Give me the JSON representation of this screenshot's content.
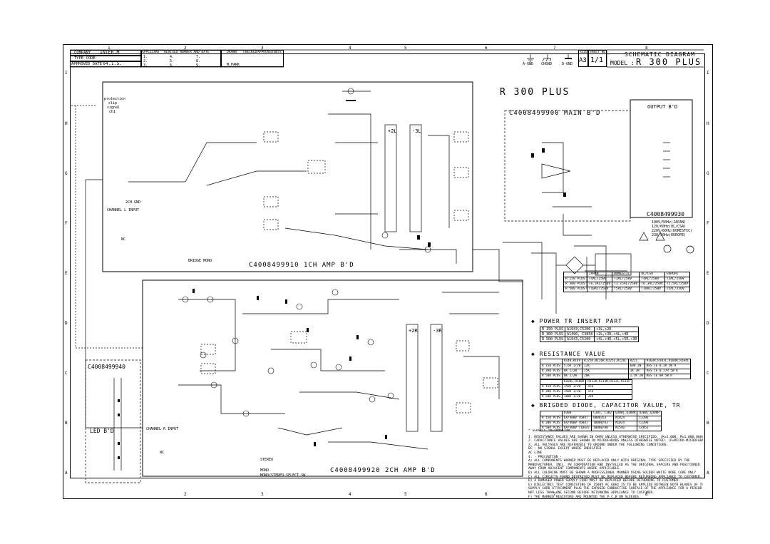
{
  "grid_cols": [
    "1",
    "2",
    "3",
    "4",
    "5",
    "6",
    "7",
    "8"
  ],
  "grid_cols_bottom": [
    "2",
    "3",
    "4",
    "5",
    "6",
    "7",
    "8"
  ],
  "grid_rows": [
    "I",
    "H",
    "G",
    "F",
    "E",
    "D",
    "C",
    "B",
    "A"
  ],
  "title_block": {
    "company_label": "COMPANY",
    "company": "INTER.M",
    "type_code_label": "TYPE CODE",
    "approved_date_label": "APPROVED DATE",
    "approved_date": "04.1.5.",
    "applicant_label": "APPLICANT",
    "revised_label": "REVISED NUMBER AND DATE",
    "rev_nums": [
      "1.",
      "2.",
      "3.",
      "4.",
      "5.",
      "6.",
      "7.",
      "8.",
      "9."
    ],
    "drawn_label": "DRAWN",
    "checked_label": "CHECKED",
    "approved_label": "APPROVED",
    "note_label": "NOTE",
    "drawn_by": "M.PARK",
    "ground_labels": [
      "A-GND",
      "CHGND",
      "D-GND"
    ],
    "size_label": "SIZE",
    "size": "A3",
    "sheet_label": "SHEET NO.",
    "sheet": "1/1",
    "doc_title": "SCHEMATIC DIAGRAM",
    "model_label": "MODEL :",
    "model": "R 300 PLUS"
  },
  "schematic": {
    "main_title": "R 300 PLUS",
    "main_bd": "C4008499900  MAIN B'D",
    "output_bd": "OUTPUT B'D",
    "output_code": "C4008499930",
    "amp1": "C4008499910  1CH AMP B'D",
    "amp2": "C4008499920  2CH AMP B'D",
    "led_code": "C4008499940",
    "led_bd": "LED B'D",
    "rail_labels": [
      "+2L",
      "-3L",
      "+2R",
      "-3R"
    ],
    "ch1_input": "CHANNEL L INPUT",
    "ch2_input": "CHANNEL R INPUT",
    "gnd_2ch": "2CH GND",
    "bridge_mono": "BRIDGE MONO",
    "stereo": "STEREO",
    "mono": "MONO",
    "mono_stereo": "MONO/STEREO SELECT SW",
    "nc": "NC",
    "mains": [
      "100V/50Hz(JAPAN)",
      "120/60Hz(UL/CSA)",
      "220V/60Hz(DOMESTIC)",
      "230/50Hz(EUROPE)"
    ],
    "led_labels": [
      "protection",
      "clip",
      "signal",
      "ch1"
    ]
  },
  "fuse_table": {
    "headers": [
      "",
      "JAPAN",
      "DOMESTIC",
      "UL/CSA",
      "EUROPE"
    ],
    "rows": [
      [
        "R 150 PLUS",
        "T4AL/250V",
        "T3AL/250V",
        "T4AL/250V",
        "T3AL/250V"
      ],
      [
        "R 300 PLUS",
        "T6.3AL/250V",
        "T3.15AL/250V",
        "T6.3AL/250V",
        "T2.5AL/250V"
      ],
      [
        "R 500 PLUS",
        "T10AL/250V",
        "T5AL/250V",
        "T10AL/250V",
        "T5AL/250V"
      ]
    ]
  },
  "power_tr": {
    "title": "POWER TR INSERT PART",
    "rows": [
      [
        "R 150 PLUS",
        "A1943,C5200",
        "+3L,+2R"
      ],
      [
        "R 300 PLUS",
        "A1490, C3858",
        "+2L,+3R,+4L,+4R"
      ],
      [
        "R 500 PLUS",
        "A1943,C5200",
        "+4L,+4R,+5L,+5R,+3R"
      ]
    ]
  },
  "resistance": {
    "title": "RESISTANCE VALUE",
    "headers1": [
      "",
      "R148,R149",
      "R125R,R126R,R125L,R126L",
      "R221",
      "R103R,R103L,R104R,R104L"
    ],
    "rows1": [
      [
        "R 150 PLUS",
        "5.6K 1/2W",
        "12K",
        "680 2W",
        "RES CE 0.2R 5W R"
      ],
      [
        "R 300 PLUS",
        "8K 1/2W",
        "15K",
        "1K 2W",
        "RES CE 0.27R 5W R"
      ],
      [
        "R 500 PLUS",
        "8K 1/2W",
        "20K",
        "1.5K 2W",
        "RES CE 0R 5W R"
      ]
    ],
    "headers2": [
      "",
      "R160L,R160R",
      "R112R,R113R,R112L,R113L"
    ],
    "rows2": [
      [
        "R 150 PLUS",
        "150K 1/2W",
        "470"
      ],
      [
        "R 300 PLUS",
        "150K 1/2W",
        "470"
      ],
      [
        "R 500 PLUS",
        "100K 1/2W",
        "330"
      ]
    ]
  },
  "diode": {
    "title": "BRIGDED DIODE, CAPACITOR VALUE, TR",
    "headers": [
      "",
      "D300",
      "C303, C302",
      "Q308L,Q308R",
      "Q308L,Q308R"
    ],
    "rows": [
      [
        "R 150 PLUS",
        "6A/400V (6B4)",
        "6800/63",
        "A1024",
        "C3396"
      ],
      [
        "R 300 PLUS",
        "6A/400V (6B4)",
        "10000/63",
        "A1024",
        "C3396"
      ],
      [
        "R 500 PLUS",
        "8A/400V (10G4)",
        "10000/80",
        "A1546",
        "C4051"
      ]
    ]
  },
  "notes": [
    "* SERVICE INFORMATION",
    "1. RESISTANCE VALUES ARE SHOWN IN OHMS UNLESS OTHERWISE SPECIFIED.    (K=1,000, M=1,000,000)",
    "2. CAPACITANCE VALUES ARE SHOWN IN MICROFARADS UNLESS OTHERWISE NOTED. (P=MICRO-MICROFARADS)",
    "3. ALL VOLTAGES ARE REFERENCE TO GROUND UNDER THE FOLLOWING CONDITIONS:",
    "   DC : NO SIGNAL EXCEPT WHERE INDICATED",
    "   AC LINE",
    "4. - PRECAUTION -",
    "A) ALL COMPONENTS WARNED MUST BE REPLACED ONLY WITH ORIGINAL TYPE SPECIFIED BY THE",
    "   MANUFACTURER, INCL. PV CORPORATION AND INSTALLED AS THE ORIGINAL SPACERS AND POSITIONED",
    "   AWAY FROM ADJACENT COMPONENTS WHERE APPLICABLE.",
    "B) ALL COLORING MUST BE SHOWN A PROFESSIONAL MANNER USING SOLDER WHITE NOBE CORE ONLY",
    "C) ALL CIRCUITS FOUND DESTROYED MUST BE REPLACED BEFORE RETURNING APPLIANCE TO CUSTOMER.",
    "D) A DAMAGED POWER SUPPLY CORD MUST BE REPLACED BEFORE RETURNING TO CUSTOMER.",
    "E) DIELECTRIC TEST CONSISTING OF 1500V AC 60Hz IS TO BE APPLIED BETWEEN BOTH BLADES OF THE POWER",
    "   SUPPLY CORD ATTACHMENT PLUG THE EXPOSED CONDUCTIVE SURFACE OF THE APPLIANCE FOR A PERIOD OF",
    "   NOT LESS THAN ONE SECOND BEFORE RETURNING APPLIANCE TO CUSTOMER.",
    "F) THE MARKED RESISTORS ARE MOUNTED THE P.C.B ON SLEEVES."
  ]
}
